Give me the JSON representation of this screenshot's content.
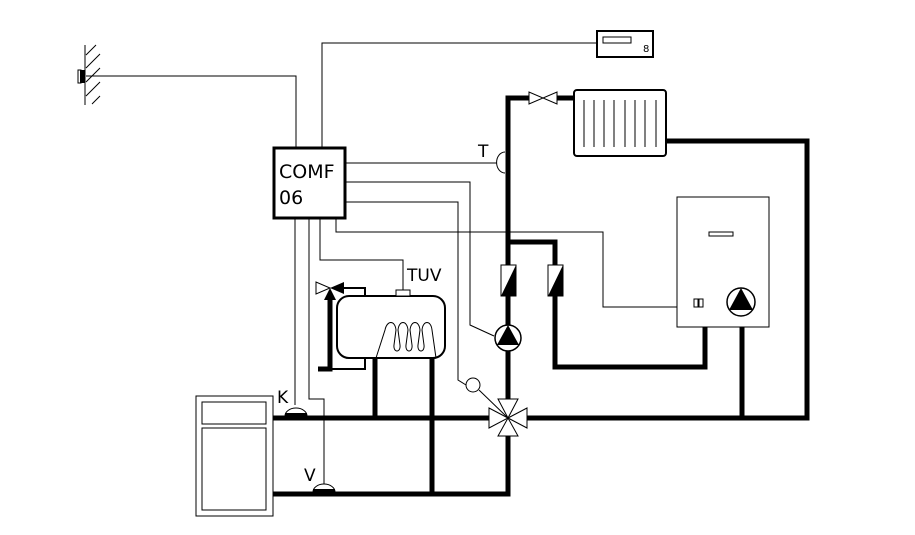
{
  "controller": {
    "line1": "COMF",
    "line2": "06"
  },
  "labels": {
    "sensor_t": "T",
    "tank": "TUV",
    "sensor_k": "K",
    "sensor_v": "V"
  },
  "icons": [
    "wall-sensor-icon",
    "room-unit-icon",
    "radiator-icon",
    "valve-icon",
    "pump-icon",
    "check-valve-icon",
    "mixing-valve-icon",
    "boiler-icon",
    "gas-boiler-icon",
    "hot-water-tank-icon",
    "relief-valve-icon",
    "temperature-sensor-icon"
  ],
  "colors": {
    "line": "#000000",
    "background": "#ffffff"
  }
}
